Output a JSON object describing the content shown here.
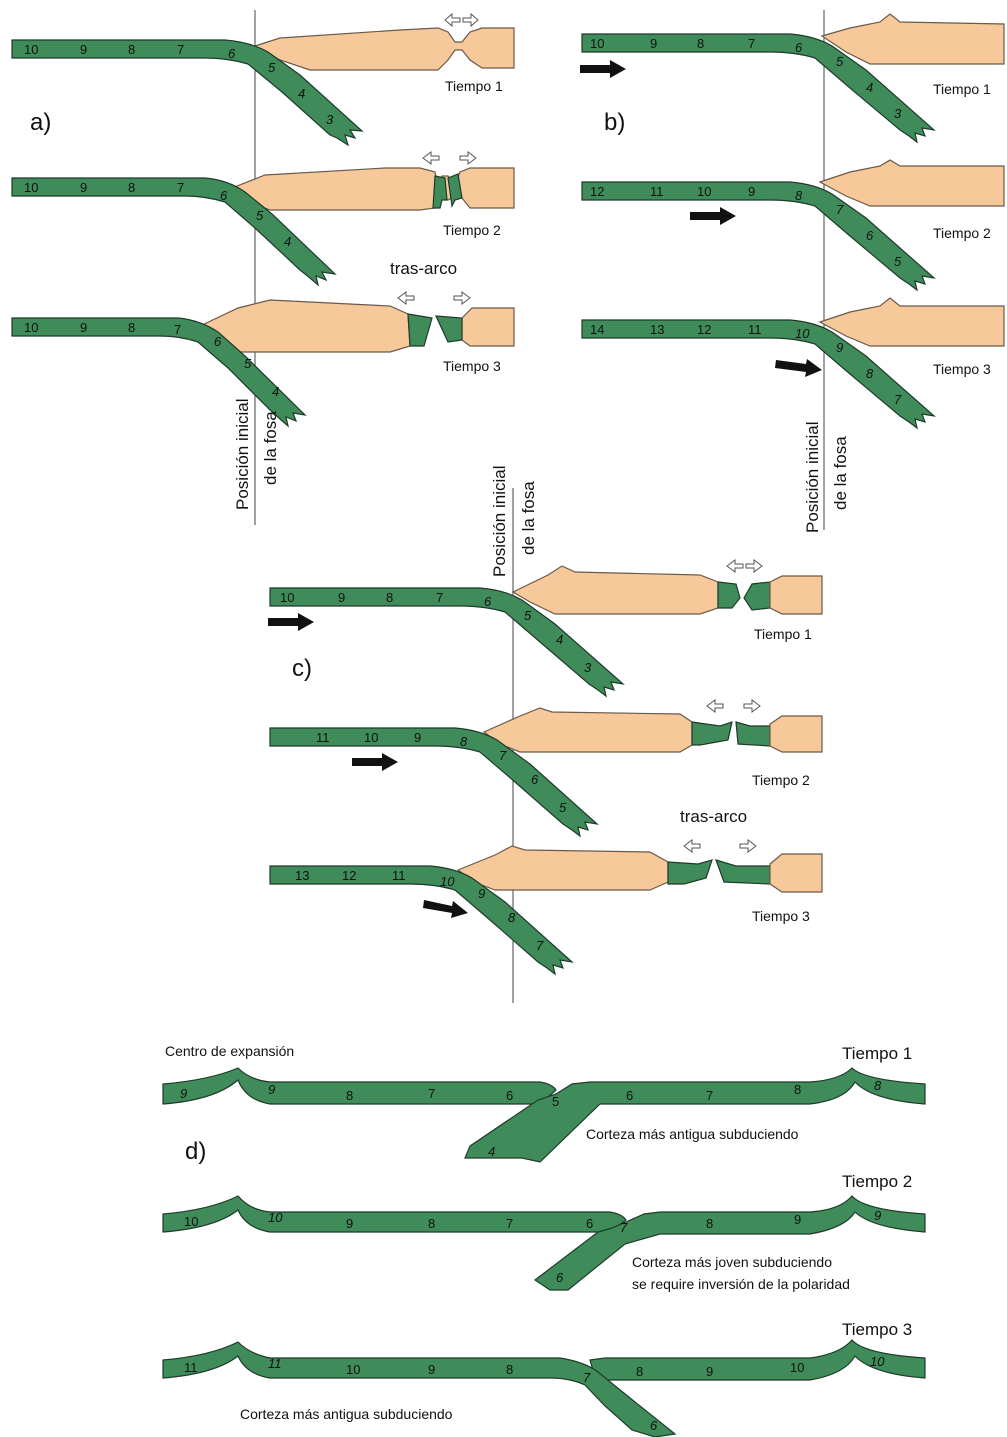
{
  "panels": {
    "a": "a)",
    "b": "b)",
    "c": "c)",
    "d": "d)"
  },
  "times": {
    "t1": "Tiempo 1",
    "t2": "Tiempo 2",
    "t3": "Tiempo 3"
  },
  "labels": {
    "backarc": "tras-arco",
    "trench_line1": "Posición inicial",
    "trench_line2": "de la fosa",
    "spreading_center": "Centro de expansión",
    "older_subducting": "Corteza más antigua subduciendo",
    "younger_subducting": "Corteza más joven subduciendo",
    "polarity_reversal": "se require inversión de la polaridad"
  },
  "colors": {
    "oceanic_slab": "#3f8c5a",
    "continental_plate": "#f7c89a",
    "arrow": "#111111"
  },
  "segment_numbers": {
    "a1": [
      "10",
      "9",
      "8",
      "7",
      "6",
      "5",
      "4",
      "3"
    ],
    "a2": [
      "10",
      "9",
      "8",
      "7",
      "6",
      "5",
      "4"
    ],
    "a3": [
      "10",
      "9",
      "8",
      "7",
      "6",
      "5",
      "4"
    ],
    "b1": [
      "10",
      "9",
      "8",
      "7",
      "6",
      "5",
      "4",
      "3"
    ],
    "b2": [
      "12",
      "11",
      "10",
      "9",
      "8",
      "7",
      "6",
      "5"
    ],
    "b3": [
      "14",
      "13",
      "12",
      "11",
      "10",
      "9",
      "8",
      "7"
    ],
    "c1": [
      "10",
      "9",
      "8",
      "7",
      "6",
      "5",
      "4",
      "3"
    ],
    "c2": [
      "11",
      "10",
      "9",
      "8",
      "7",
      "6",
      "5"
    ],
    "c3": [
      "13",
      "12",
      "11",
      "10",
      "9",
      "8",
      "7"
    ],
    "d1": [
      "9",
      "9",
      "8",
      "7",
      "6",
      "5",
      "4",
      "6",
      "7",
      "8",
      "8"
    ],
    "d2": [
      "10",
      "10",
      "9",
      "8",
      "7",
      "6",
      "7",
      "6",
      "8",
      "9",
      "9"
    ],
    "d3": [
      "11",
      "11",
      "10",
      "9",
      "8",
      "7",
      "6",
      "8",
      "9",
      "10",
      "10"
    ]
  }
}
